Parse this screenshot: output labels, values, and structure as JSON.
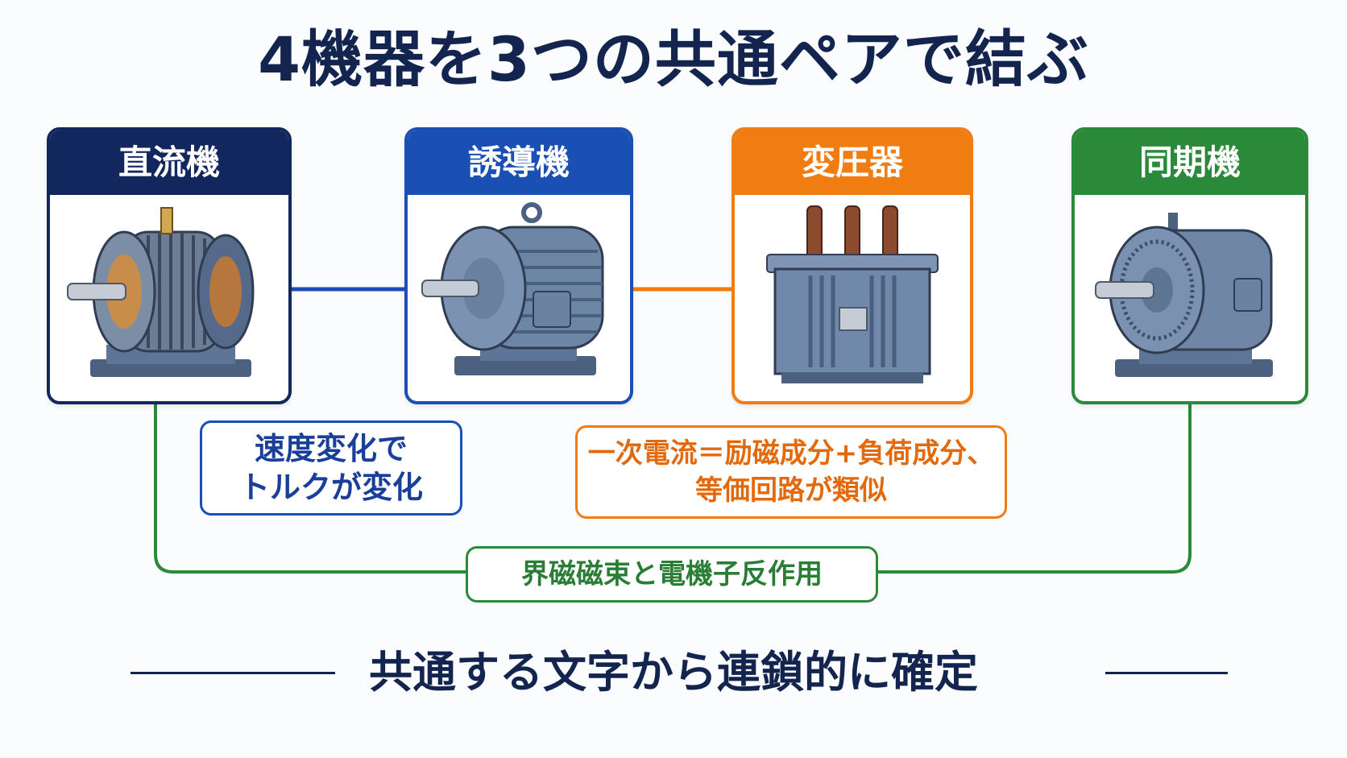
{
  "title": "4機器を3つの共通ペアで結ぶ",
  "machines": [
    {
      "label": "直流機",
      "color": "#13275f",
      "icon": "dc-motor-illustration"
    },
    {
      "label": "誘導機",
      "color": "#1a4fb4",
      "icon": "induction-motor-illustration"
    },
    {
      "label": "変圧器",
      "color": "#ef7d12",
      "icon": "transformer-illustration"
    },
    {
      "label": "同期機",
      "color": "#2a8a3a",
      "icon": "synchronous-machine-illustration"
    }
  ],
  "pairs": [
    {
      "line1": "速度変化で",
      "line2": "トルクが変化",
      "color": "#1a4fb4",
      "text_color": "#1a3f9a"
    },
    {
      "line1": "一次電流＝励磁成分+負荷成分、",
      "line2": "等価回路が類似",
      "color": "#ef7d12",
      "text_color": "#e2690c"
    },
    {
      "line1": "界磁磁束と電機子反作用",
      "color": "#2a8a3a",
      "text_color": "#2a7d34"
    }
  ],
  "footer": "共通する文字から連鎖的に確定"
}
